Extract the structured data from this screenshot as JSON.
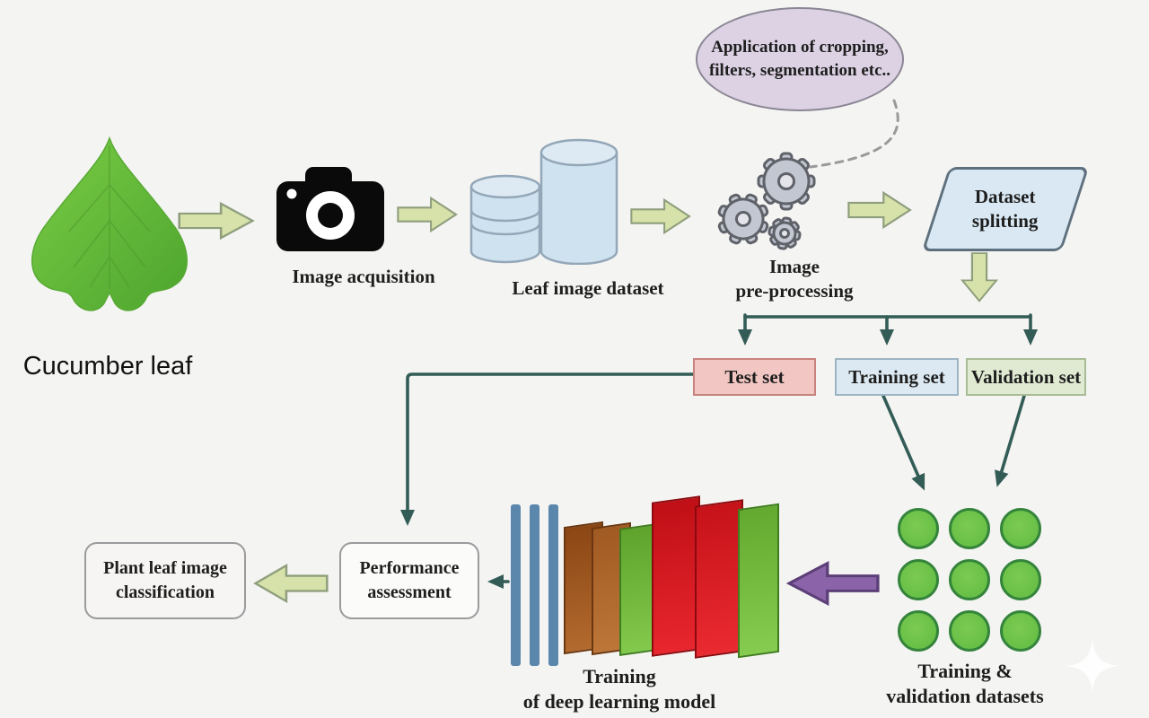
{
  "diagram": {
    "leaf": {
      "label": "Cucumber leaf"
    },
    "acquisition": {
      "label": "Image acquisition"
    },
    "dataset": {
      "label": "Leaf image dataset"
    },
    "preprocessing": {
      "line1": "Image",
      "line2": "pre-processing"
    },
    "ellipse": {
      "line1": "Application of cropping,",
      "line2": "filters, segmentation etc.."
    },
    "splitting": {
      "line1": "Dataset",
      "line2": "splitting"
    },
    "sets": {
      "test": {
        "label": "Test set"
      },
      "training": {
        "label": "Training set"
      },
      "validation": {
        "label": "Validation set"
      }
    },
    "grid_caption": {
      "line1": "Training &",
      "line2": "validation datasets"
    },
    "model_caption": {
      "line1": "Training",
      "line2": "of deep learning model"
    },
    "performance": {
      "line1": "Performance",
      "line2": "assessment"
    },
    "classification": {
      "line1": "Plant leaf image",
      "line2": "classification"
    }
  },
  "grid": {
    "rows": 3,
    "cols": 3
  },
  "colors": {
    "background": "#f4f4f2",
    "text": "#1e1e1e",
    "arrow_green_fill": "#d6e2a9",
    "arrow_green_border": "#8f9e7d",
    "connector_teal": "#335c56",
    "dashed_gray": "#9a9a9a",
    "purple_arrow_fill": "#8a63a8",
    "purple_arrow_border": "#5c3f78",
    "ellipse_fill": "#ddd2e4",
    "ellipse_border": "#8a8694",
    "parallelogram_fill": "#d9e8f3",
    "parallelogram_border": "#5e707e",
    "cylinder_fill": "#cfe2ef",
    "cylinder_top": "#ddeaf4",
    "cylinder_border": "#93a7b8",
    "gear_fill": "#c3c7d2",
    "gear_border": "#606269",
    "test_fill": "#f2c6c2",
    "test_border": "#c9837f",
    "training_fill": "#dce9f2",
    "training_border": "#9db4c2",
    "validation_fill": "#e0ead2",
    "validation_border": "#a8bc95",
    "circle_fill": "#68c046",
    "circle_border": "#35843c",
    "bar_blue": "#5b87ad",
    "box_fill": "#f6f5f4",
    "box_border": "#9b9b9e",
    "leaf_green": "#5cb637",
    "camera_black": "#0a0a0a"
  }
}
